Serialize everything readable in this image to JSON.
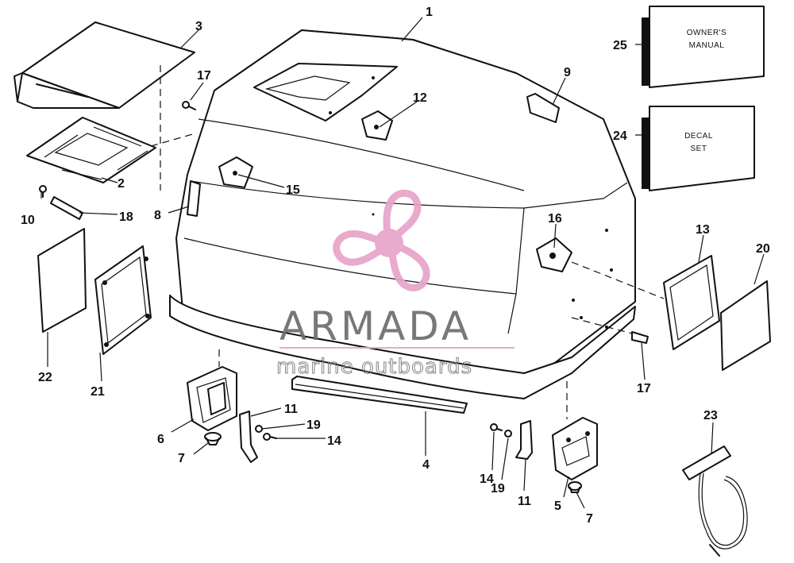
{
  "callouts": {
    "c1": "1",
    "c2": "2",
    "c3": "3",
    "c4": "4",
    "c5": "5",
    "c6": "6",
    "c7a": "7",
    "c7b": "7",
    "c8": "8",
    "c9": "9",
    "c10": "10",
    "c11a": "11",
    "c11b": "11",
    "c12": "12",
    "c13": "13",
    "c14a": "14",
    "c14b": "14",
    "c15": "15",
    "c16": "16",
    "c17a": "17",
    "c17b": "17",
    "c18": "18",
    "c19a": "19",
    "c19b": "19",
    "c20": "20",
    "c21": "21",
    "c22": "22",
    "c23": "23",
    "c24": "24",
    "c25": "25"
  },
  "owners_manual": {
    "line1": "OWNER'S",
    "line2": "MANUAL"
  },
  "decal_set": {
    "line1": "DECAL",
    "line2": "SET"
  },
  "watermark": {
    "brand": "ARMADA",
    "tagline": "marine outboards",
    "logo": "propeller-logo",
    "logo_color": "#e7a3c9",
    "text_color": "#6d6d6d"
  }
}
